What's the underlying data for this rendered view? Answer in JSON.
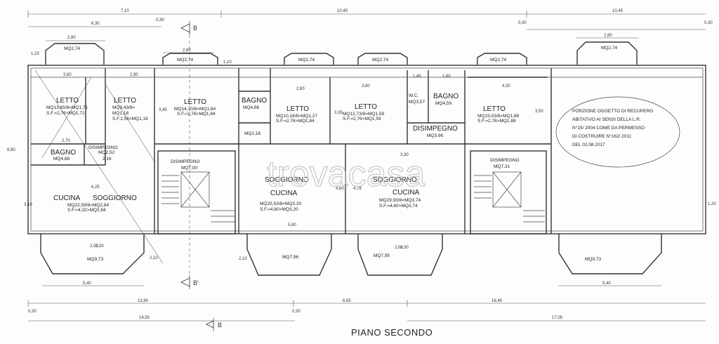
{
  "title": "PIANO SECONDO",
  "watermark": "trovacasa",
  "colors": {
    "line": "#333333",
    "background": "#fdfdfd",
    "watermark": "#c8c8c8"
  },
  "note": {
    "l1": "PORZIONE OGGETTO DI RECUPERO",
    "l2": "ABITATIVO AI SENSI DELLA L.R.",
    "l3": "N°15/ 2004 COME DA PERMESSO",
    "l4": "DI COSTRUIRE N°162/ 2011",
    "l5": "DEL 02.08.2017"
  },
  "rooms": {
    "letto1": {
      "name": "LETTO",
      "a": "MQ13,65/8=MQ1,71",
      "b": "S.F.=2,76>MQ1,71"
    },
    "letto2": {
      "name": "LETTO",
      "a": "MQ9,43/8=",
      "b": "MQ1,18",
      "c": "S.F.1,56>MQ1,18"
    },
    "letto3": {
      "name": "LETTO",
      "a": "MQ14,70/8=MQ1,84",
      "b": "S.F.=2,76>MQ1,84"
    },
    "bagno1": {
      "name": "BAGNO",
      "a": "MQ4,86"
    },
    "ripostiglio": {
      "a": "MQ2,16"
    },
    "letto4": {
      "name": "LETTO",
      "a": "MQ10,16/8=MQ1,27",
      "b": "S.F.=2,76>MQ1,84"
    },
    "letto5": {
      "name": "LETTO",
      "a": "MQ12,73/8=MQ1,59",
      "b": "S.F.=2,76>MQ1,59"
    },
    "wc": {
      "name": "W.C.",
      "a": "MQ3,57"
    },
    "bagno2": {
      "name": "BAGNO",
      "a": "MQ4,59"
    },
    "letto6": {
      "name": "LETTO",
      "a": "MQ15,03/8=MQ1,88",
      "b": "S.F.=2,76>MQ1,88"
    },
    "disimpegno1": {
      "name": "DISIMPEGNO",
      "a": "MQ3,96"
    },
    "bagno3": {
      "name": "BAGNO",
      "a": "MQ4,88"
    },
    "disimpegno2": {
      "name": "DISIMPEGNO",
      "a": "MQ2,52",
      "b": "2,16"
    },
    "disimpegno3": {
      "name": "DISIMPEGNO",
      "a": "MQ7,00"
    },
    "disimpegno4": {
      "name": "DISIMPEGNO",
      "a": "MQ7,31"
    },
    "cucina1": {
      "name1": "CUCINA",
      "name2": "SOGGIORNO",
      "a": "MQ22,59/8=MQ2,84",
      "b": "S.F.=4,32>MQ2,84"
    },
    "soggiorno2": {
      "name1": "SOGGIORNO",
      "name2": "CUCINA",
      "a": "MQ25,53/8=MQ3,20",
      "b": "S.F.=4,60>MQ3,20"
    },
    "soggiorno3": {
      "name1": "SOGGIORNO",
      "name2": "CUCINA",
      "a": "MQ29,93/8=MQ3,74",
      "b": "S.F.=4,60>MQ3,74"
    }
  },
  "balconies": {
    "top1": "MQ2,74",
    "top2": "MQ2,74",
    "top3": "MQ2,74",
    "top4": "MQ2,74",
    "top5": "MQ2,74",
    "top6": "MQ2,74",
    "bot1": "MQ9,73",
    "bot2": "MQ7,96",
    "bot3": "MQ7,95",
    "bot4": "MQ9,73"
  },
  "dims": {
    "d710": "7,10",
    "d1045a": "10,45",
    "d1045b": "10,45",
    "d630": "6,30",
    "d030a": "0,30",
    "d030b": "0,30",
    "d280a": "2,80",
    "d280b": "2,80",
    "d280c": "2,80",
    "d380a": "3,80",
    "d290": "2,90",
    "d280d": "2,80",
    "d380b": "3,80",
    "d140": "1,40",
    "d160": "1,60",
    "d430": "4,30",
    "d625": "6,25",
    "d580": "5,80",
    "d330": "3,30",
    "d540a": "5,40",
    "d540b": "5,40",
    "d1390": "13,90",
    "d665": "6,65",
    "d1645": "16,45",
    "d1450": "14,50",
    "d1705": "17,05",
    "d880": "8,80",
    "d270": "2,70",
    "d210a": "2,10",
    "d210b": "2,10",
    "d200a": "2,00",
    "d230a": "2,30",
    "d200b": "2,00",
    "d230b": "2,30",
    "d310": "3,10",
    "d460": "4,60",
    "d478": "4,78",
    "d350": "3,50",
    "d345": "3,45",
    "d335": "3,35",
    "d030c": "0,30",
    "d030d": "0,30",
    "d030e": "0,30",
    "d120": "1,20",
    "d123": "1,23",
    "d110": "1,10"
  },
  "sections": {
    "b1": "B",
    "b2": "B'",
    "b3": "B"
  }
}
